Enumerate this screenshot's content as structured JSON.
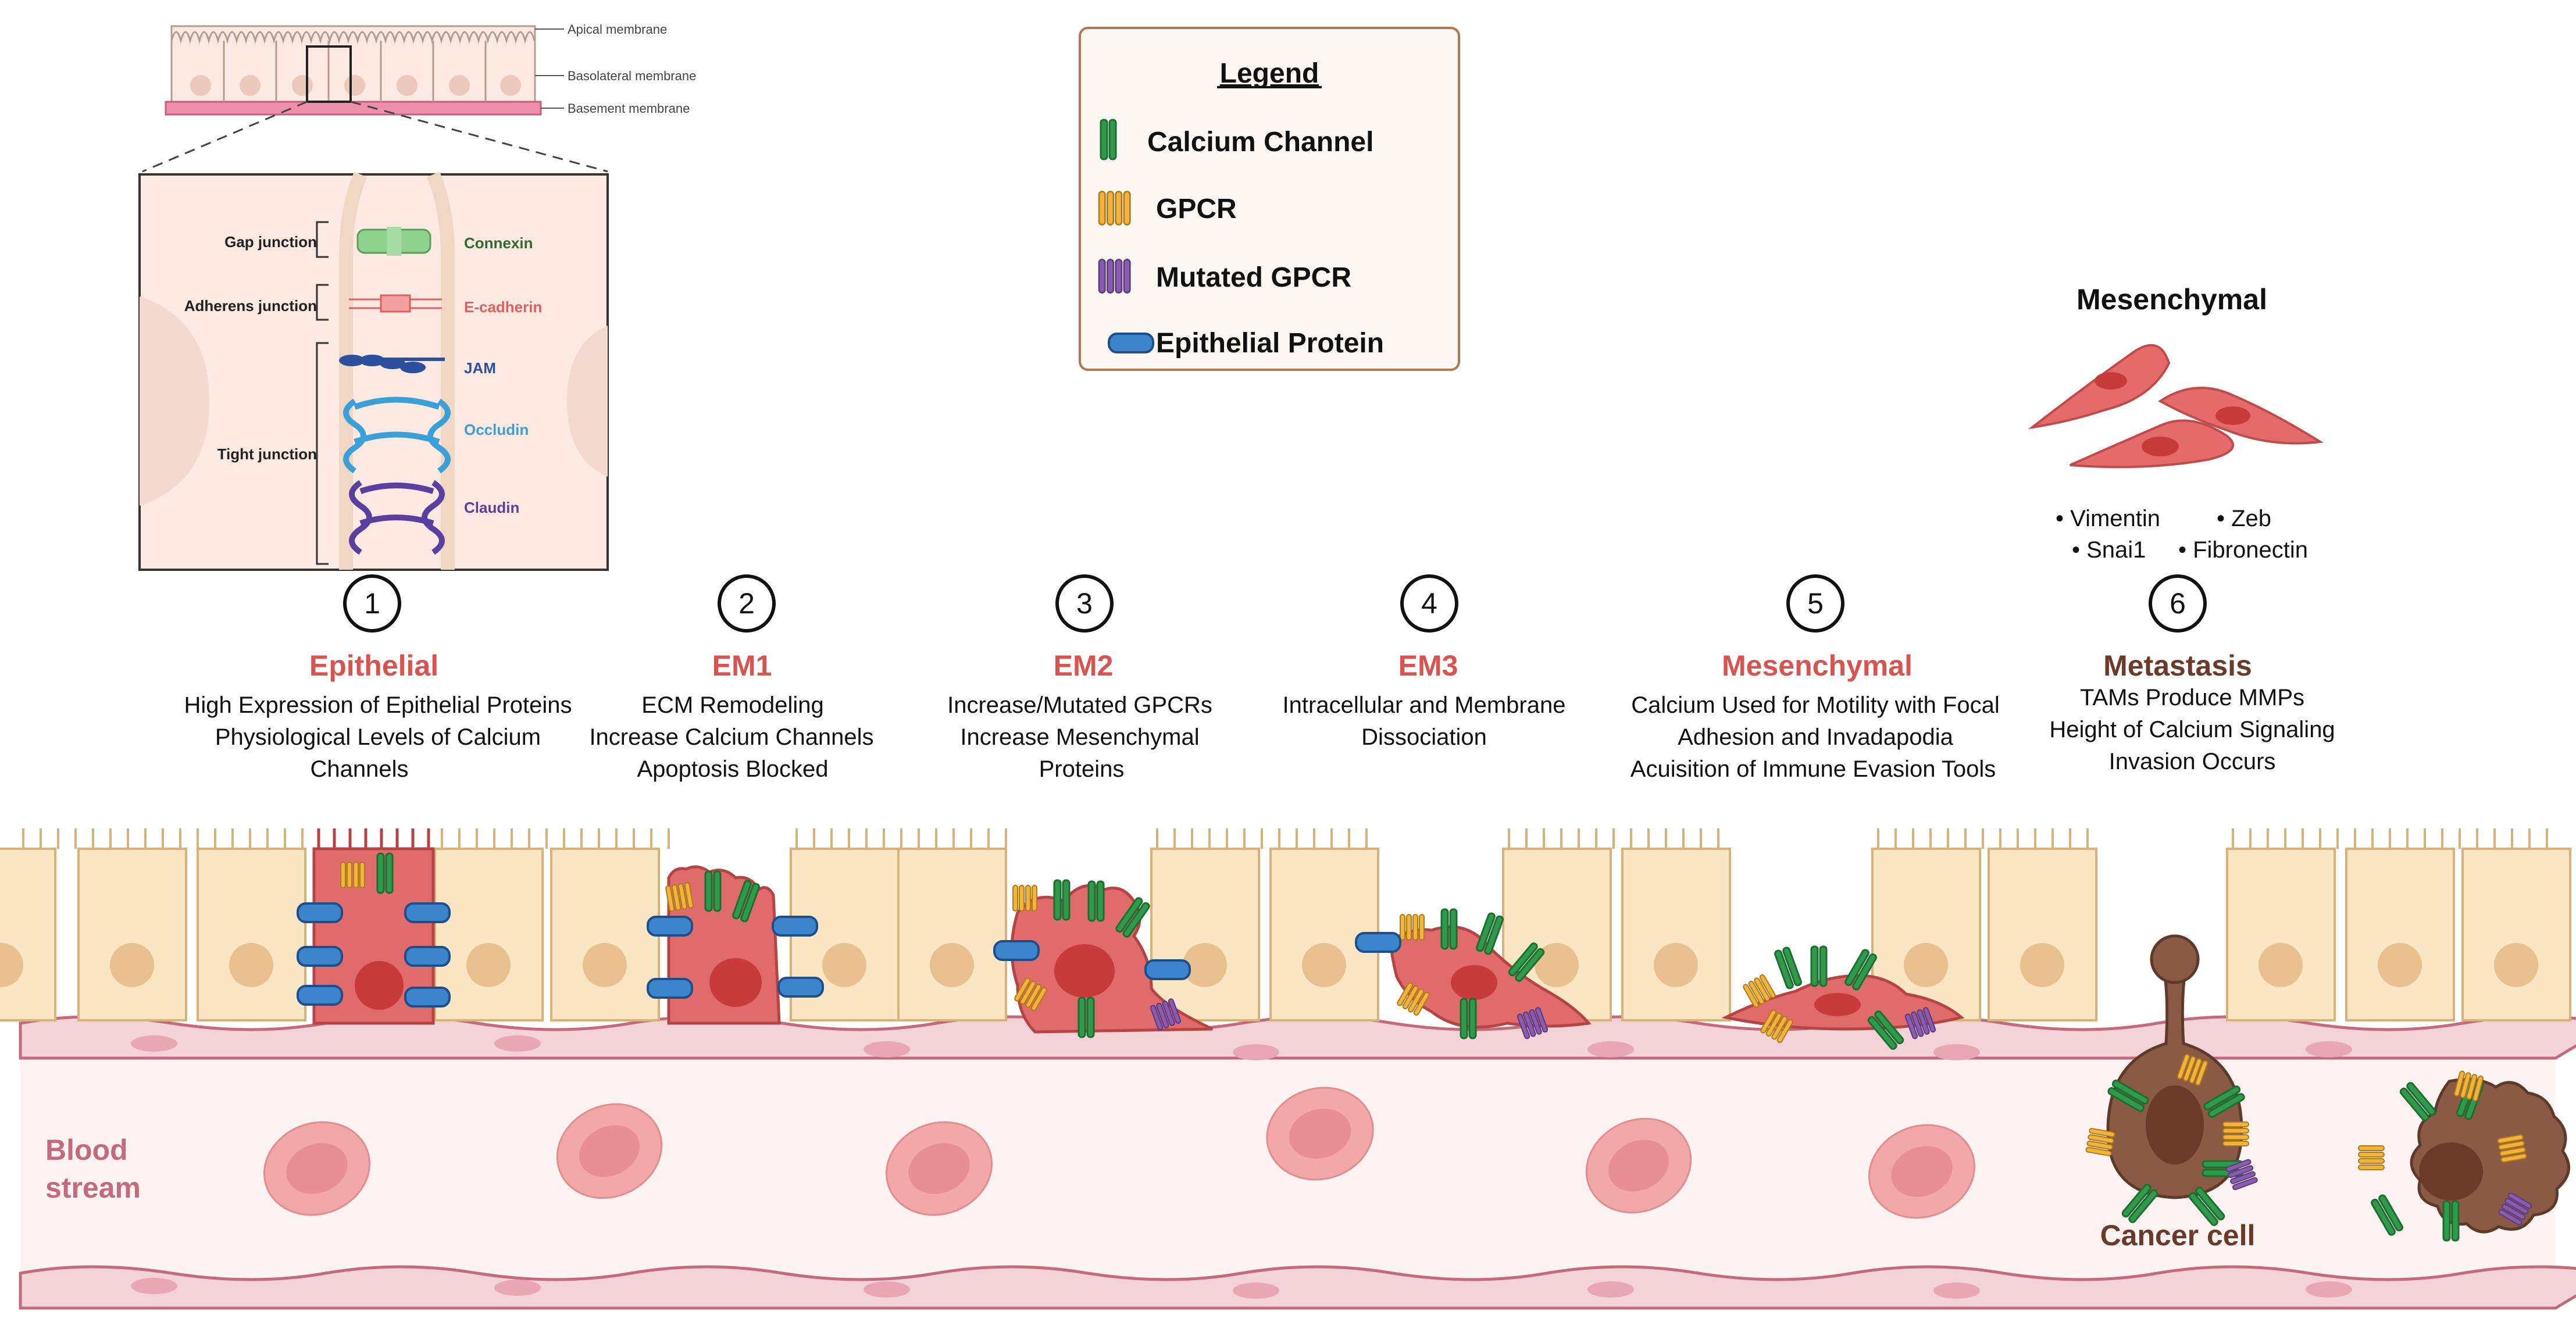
{
  "inset": {
    "membranes": [
      "Apical membrane",
      "Basolateral membrane",
      "Basement membrane"
    ],
    "junctions": [
      {
        "label": "Gap junction",
        "protein": "Connexin",
        "color": "#2f6b2f"
      },
      {
        "label": "Adherens junction",
        "protein": "E-cadherin",
        "color": "#e06060"
      },
      {
        "label": "Tight junction",
        "proteins": [
          {
            "name": "JAM",
            "color": "#2c4f9e"
          },
          {
            "name": "Occludin",
            "color": "#3b9fd8"
          },
          {
            "name": "Claudin",
            "color": "#5b3fa0"
          }
        ]
      }
    ]
  },
  "legend": {
    "title": "Legend",
    "items": [
      {
        "label": "Calcium Channel",
        "icon": "calcium-channel-icon",
        "color": "#2e9a4a"
      },
      {
        "label": "GPCR",
        "icon": "gpcr-icon",
        "color": "#f2b33d"
      },
      {
        "label": "Mutated GPCR",
        "icon": "mutated-gpcr-icon",
        "color": "#8a5cb0"
      },
      {
        "label": "Epithelial Protein",
        "icon": "epithelial-protein-icon",
        "color": "#3c84cc"
      }
    ]
  },
  "mesenchymal_box": {
    "title": "Mesenchymal",
    "markers": [
      "• Vimentin",
      "• Zeb",
      "• Snai1",
      "• Fibronectin"
    ]
  },
  "stages": [
    {
      "number": "1",
      "title": "Epithelial",
      "lines": [
        "High Expression of Epithelial Proteins",
        "Physiological Levels of Calcium",
        "Channels"
      ]
    },
    {
      "number": "2",
      "title": "EM1",
      "lines": [
        "ECM Remodeling",
        "Increase Calcium Channels",
        "Apoptosis Blocked"
      ]
    },
    {
      "number": "3",
      "title": "EM2",
      "lines": [
        "Increase/Mutated GPCRs",
        "Increase Mesenchymal",
        "Proteins"
      ]
    },
    {
      "number": "4",
      "title": "EM3",
      "lines": [
        "Intracellular and Membrane",
        "Dissociation"
      ]
    },
    {
      "number": "5",
      "title": "Mesenchymal",
      "lines": [
        "Calcium Used for Motility with Focal",
        "Adhesion and Invadapodia",
        "Acuisition of Immune Evasion Tools"
      ]
    },
    {
      "number": "6",
      "title": "Metastasis",
      "lines": [
        "TAMs Produce MMPs",
        "Height of Calcium Signaling",
        "Invasion Occurs"
      ]
    }
  ],
  "labels": {
    "blood_stream_1": "Blood",
    "blood_stream_2": "stream",
    "cancer_cell": "Cancer cell"
  },
  "colors": {
    "epithelial_red": "#d9534f",
    "metastasis_brown": "#6b3a28",
    "blood_label": "#c46a7a",
    "vessel_wall": "#f3d3d8",
    "cell_tan": "#fbe6c4",
    "tumor_red": "#e06b6b",
    "cancer_brown": "#8a5a44"
  }
}
